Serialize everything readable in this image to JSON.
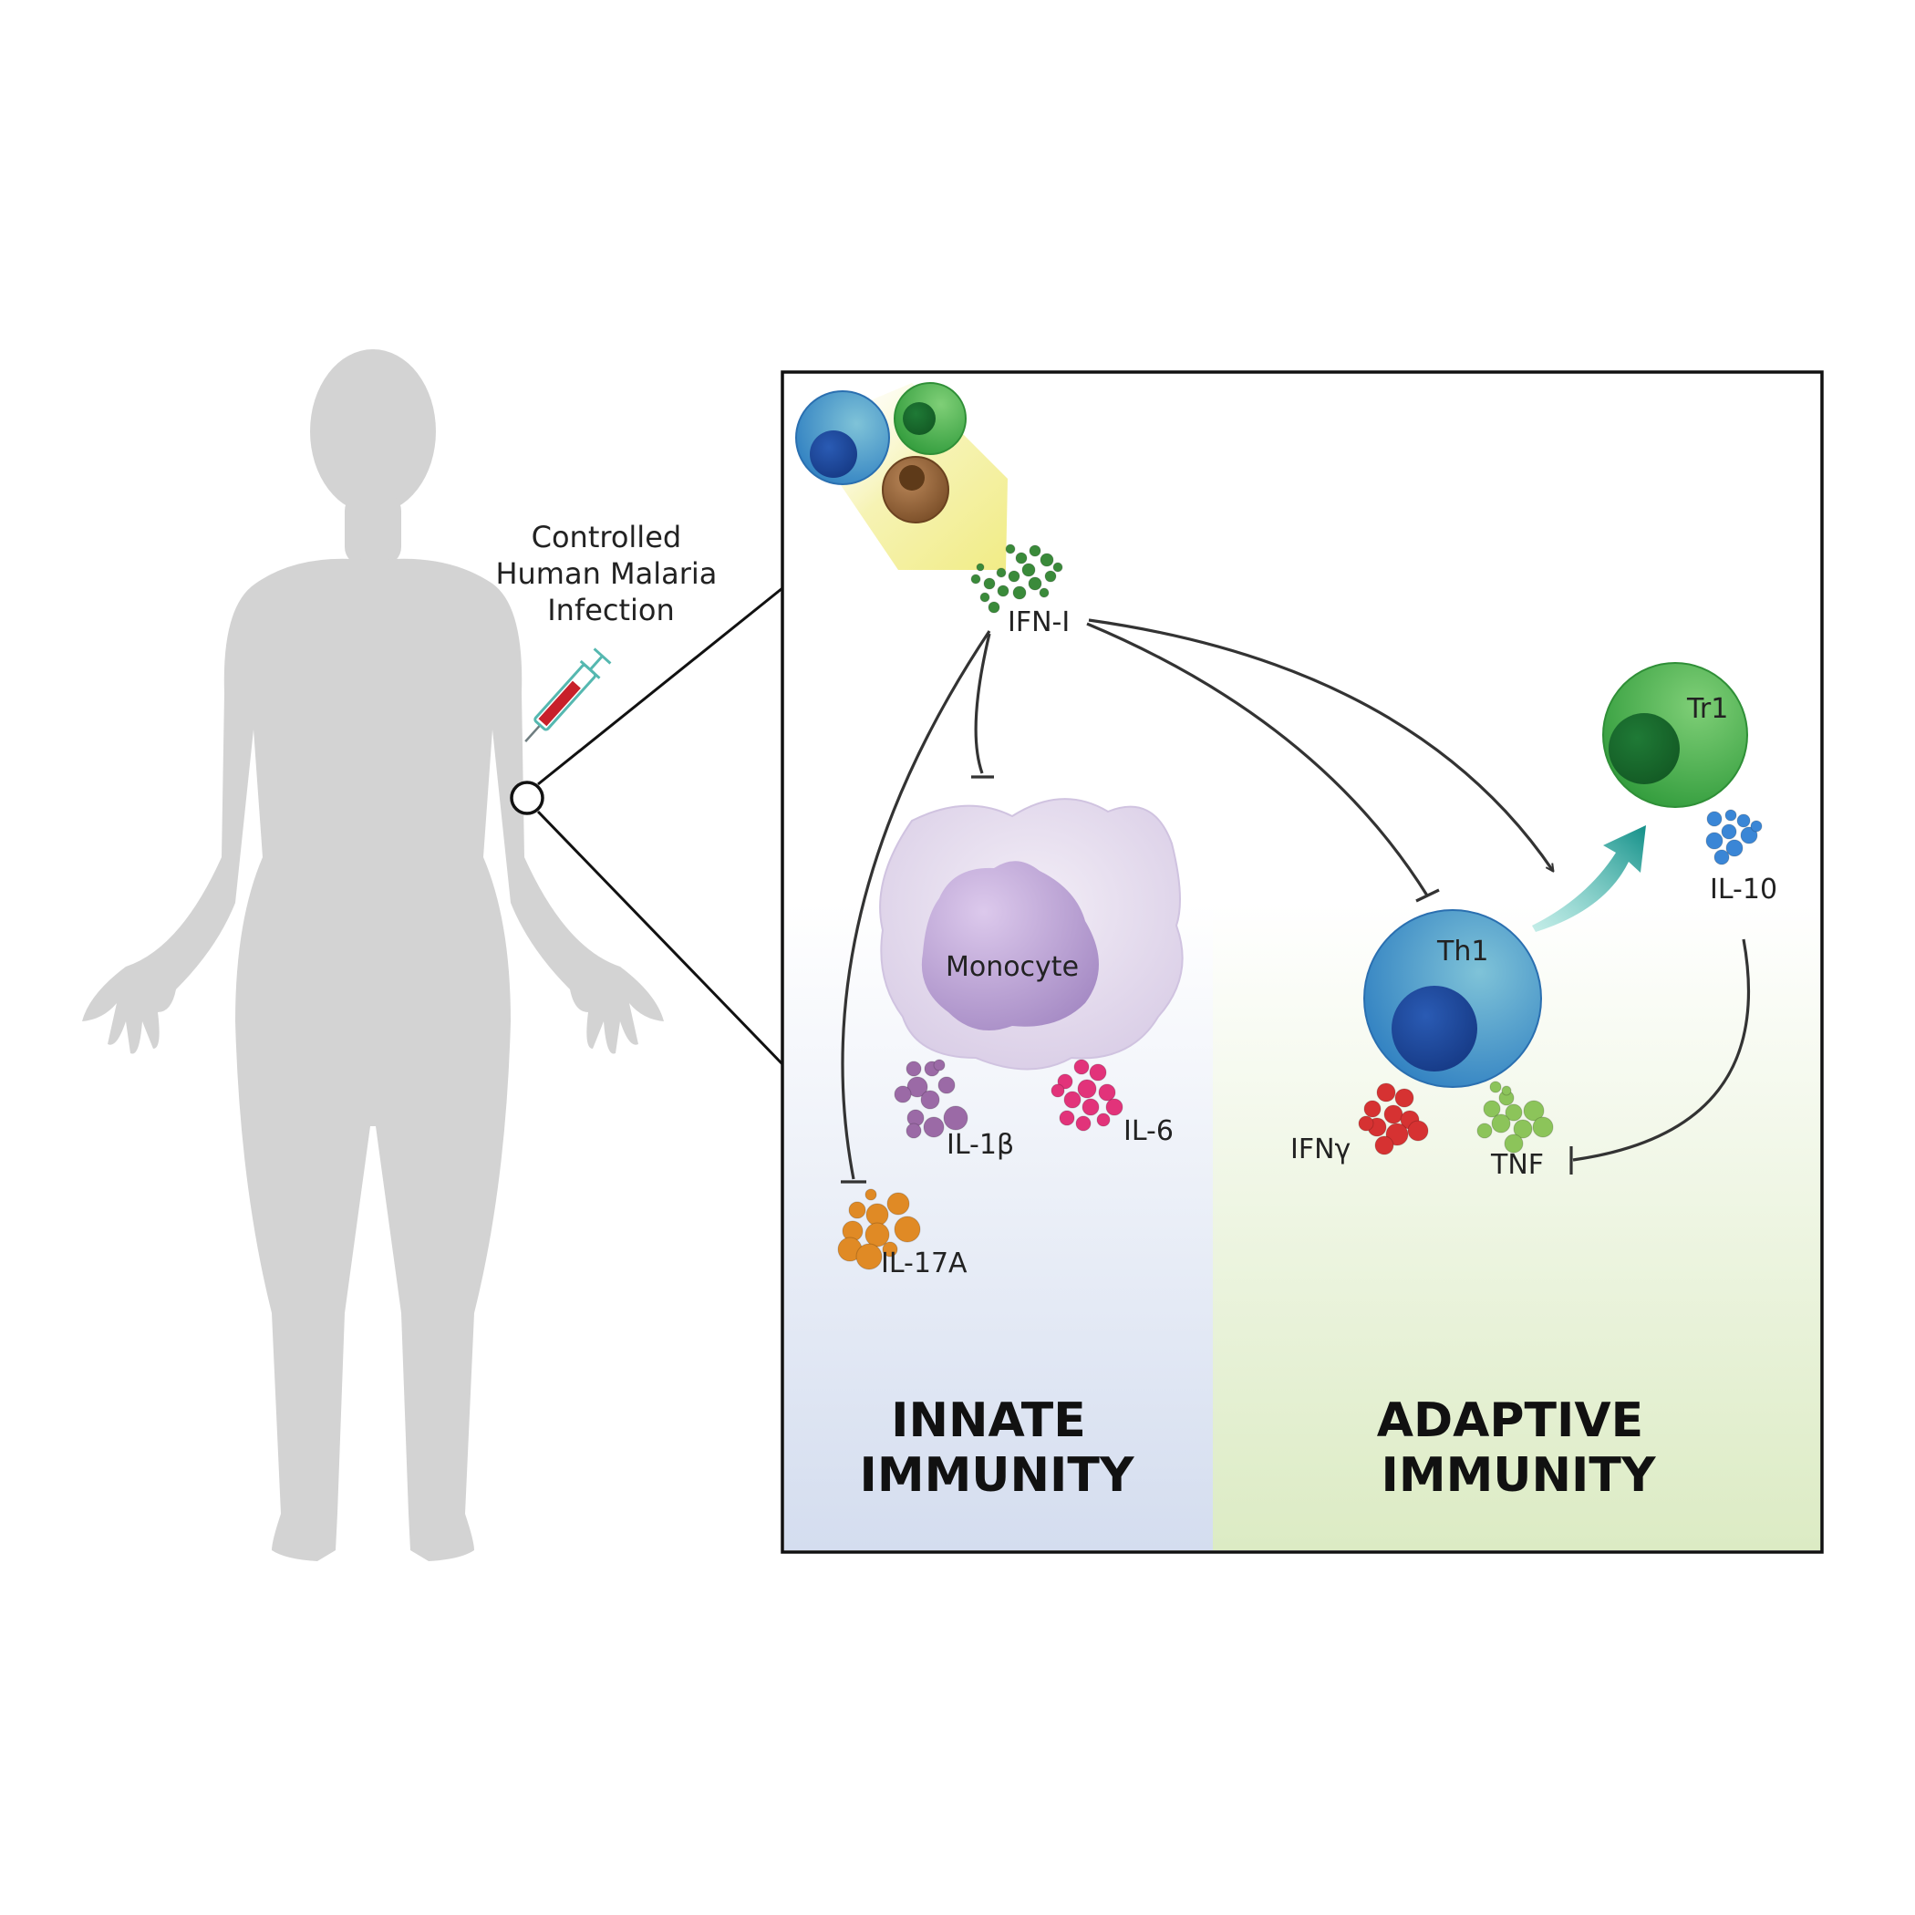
{
  "infection_caption": [
    "Controlled",
    "Human Malaria",
    "Infection"
  ],
  "cells": {
    "monocyte": "Monocyte",
    "th1": "Th1",
    "tr1": "Tr1"
  },
  "cytokines": {
    "ifn_i": "IFN-I",
    "il_1b": "IL-1β",
    "il_6": "IL-6",
    "il_17a": "IL-17A",
    "ifng": "IFNγ",
    "tnf": "TNF",
    "il_10": "IL-10"
  },
  "panels": {
    "innate": [
      "INNATE",
      "IMMUNITY"
    ],
    "adaptive": [
      "ADAPTIVE",
      "IMMUNITY"
    ]
  },
  "colors": {
    "body": "#d3d3d3",
    "innate_bg": "#d4ddef",
    "adaptive_bg": "#dcebc4",
    "th1": "#2f7fc1",
    "tr1": "#3fa34d",
    "monocyte": "#a98cc6",
    "ifn_i": "#3a8a3a",
    "il_1b": "#9b6aa6",
    "il_6": "#e2337a",
    "il_17a": "#e08a25",
    "ifng": "#d63232",
    "tnf": "#8cc45a",
    "il_10": "#3a86d6",
    "promote_arrow": "#1aa39a"
  }
}
